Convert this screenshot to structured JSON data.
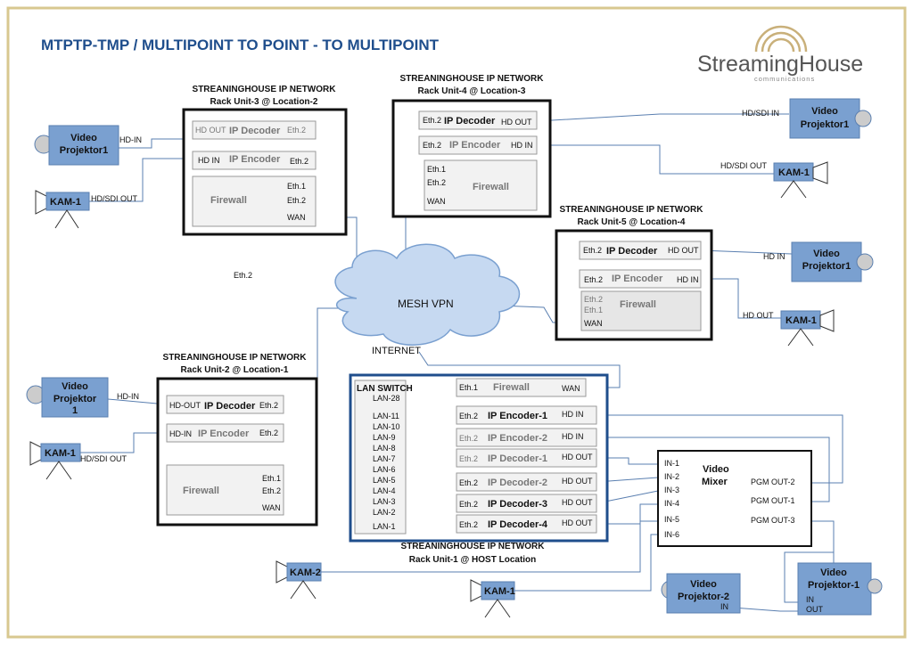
{
  "title": "MTPTP-TMP / MULTIPOINT TO POINT - TO MULTIPOINT",
  "logo": {
    "name": "StreamingHouse",
    "sub": "communications"
  },
  "colors": {
    "title": "#1f4e8c",
    "device": "#7aa0d0",
    "module": "#f2f2f2",
    "line": "#5a7fb0",
    "frame": "#d8c890",
    "rack1": "#1f4e8c"
  },
  "rack3": {
    "h1": "STREANINGHOUSE IP NETWORK",
    "h2": "Rack Unit-3 @ Location-2",
    "dec_in": "HD OUT",
    "dec": "IP Decoder",
    "dec_eth": "Eth.2",
    "enc_in": "HD IN",
    "enc": "IP Encoder",
    "enc_eth": "Eth.2",
    "fw": "Firewall",
    "fw_e1": "Eth.1",
    "fw_e2": "Eth.2",
    "wan": "WAN"
  },
  "rack4": {
    "h1": "STREANINGHOUSE IP NETWORK",
    "h2": "Rack Unit-4 @ Location-3",
    "dec_eth": "Eth.2",
    "dec": "IP Decoder",
    "dec_out": "HD OUT",
    "enc_eth": "Eth.2",
    "enc": "IP Encoder",
    "enc_in": "HD IN",
    "fw_e1": "Eth.1",
    "fw_e2": "Eth.2",
    "fw": "Firewall",
    "wan": "WAN"
  },
  "rack5": {
    "h1": "STREANINGHOUSE IP NETWORK",
    "h2": "Rack Unit-5 @ Location-4",
    "dec_eth": "Eth.2",
    "dec": "IP Decoder",
    "dec_out": "HD OUT",
    "enc_eth": "Eth.2",
    "enc": "IP Encoder",
    "enc_in": "HD IN",
    "fw_e2": "Eth.2",
    "fw_e1": "Eth.1",
    "fw": "Firewall",
    "wan": "WAN"
  },
  "rack2": {
    "h1": "STREANINGHOUSE IP NETWORK",
    "h2": "Rack Unit-2 @ Location-1",
    "dec_in": "HD-OUT",
    "dec": "IP Decoder",
    "dec_eth": "Eth.2",
    "enc_in": "HD-IN",
    "enc": "IP Encoder",
    "enc_eth": "Eth.2",
    "fw": "Firewall",
    "fw_e1": "Eth.1",
    "fw_e2": "Eth.2",
    "wan": "WAN"
  },
  "rack1": {
    "h1": "STREANINGHOUSE IP NETWORK",
    "h2": "Rack Unit-1 @ HOST Location",
    "switch": "LAN SWITCH",
    "lans": [
      "LAN-28",
      "LAN-11",
      "LAN-10",
      "LAN-9",
      "LAN-8",
      "LAN-7",
      "LAN-6",
      "LAN-5",
      "LAN-4",
      "LAN-3",
      "LAN-2",
      "LAN-1"
    ],
    "fw_e": "Eth.1",
    "fw": "Firewall",
    "fw_wan": "WAN",
    "mods": [
      {
        "eth": "Eth.2",
        "name": "IP Encoder-1",
        "port": "HD IN"
      },
      {
        "eth": "Eth.2",
        "name": "IP Encoder-2",
        "port": "HD IN"
      },
      {
        "eth": "Eth.2",
        "name": "IP Decoder-1",
        "port": "HD OUT"
      },
      {
        "eth": "Eth.2",
        "name": "IP Decoder-2",
        "port": "HD OUT"
      },
      {
        "eth": "Eth.2",
        "name": "IP Decoder-3",
        "port": "HD OUT"
      },
      {
        "eth": "Eth.2",
        "name": "IP Decoder-4",
        "port": "HD OUT"
      }
    ]
  },
  "mixer": {
    "title1": "Video",
    "title2": "Mixer",
    "ins": [
      "IN-1",
      "IN-2",
      "IN-3",
      "IN-4",
      "IN-5",
      "IN-6"
    ],
    "outs": [
      "PGM OUT-2",
      "PGM OUT-1",
      "PGM OUT-3"
    ]
  },
  "cloud": {
    "label": "MESH VPN",
    "internet": "INTERNET"
  },
  "stray_eth": "Eth.2",
  "devices": {
    "proj_r3": [
      "Video",
      "Projektor1"
    ],
    "proj_r3_lbl": "HD-IN",
    "kam_r3": "KAM-1",
    "kam_r3_lbl": "HD/SDI OUT",
    "proj_r4": [
      "Video",
      "Projektor1"
    ],
    "proj_r4_lbl": "HD/SDI IN",
    "kam_r4": "KAM-1",
    "kam_r4_lbl": "HD/SDI OUT",
    "proj_r5": [
      "Video",
      "Projektor1"
    ],
    "proj_r5_lbl": "HD IN",
    "kam_r5": "KAM-1",
    "kam_r5_lbl": "HD OUT",
    "proj_r2": [
      "Video",
      "Projektor",
      "1"
    ],
    "proj_r2_lbl": "HD-IN",
    "kam_r2": "KAM-1",
    "kam_r2_lbl": "HD/SDI OUT",
    "kam2": "KAM-2",
    "kam1_host": "KAM-1",
    "proj2": [
      "Video",
      "Projektor-2"
    ],
    "proj2_in": "IN",
    "proj1": [
      "Video",
      "Projektor-1"
    ],
    "proj1_in": "IN",
    "proj1_out": "OUT"
  }
}
